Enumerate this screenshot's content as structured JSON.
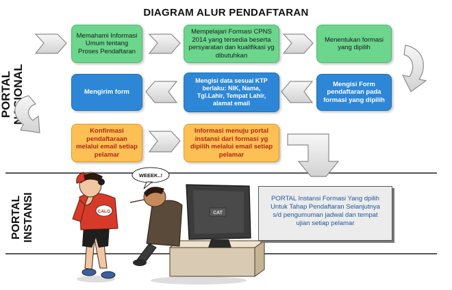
{
  "title": "DIAGRAM ALUR PENDAFTARAN",
  "sections": {
    "portal_nasional": "PORTAL NASIONAL",
    "portal_instansi_line1": "PORTAL",
    "portal_instansi_line2": "INSTANSI"
  },
  "steps": {
    "row1": [
      "Memahami Informasi Umum tentang Proses Pendaftaran",
      "Mempelajari Formasi CPNS 2014 yang tersedia beserta persyaratan dan kualifikasi yg dibutuhkan",
      "Menentukan formasi yang dipilih"
    ],
    "row2": [
      "Mengirim form",
      "Mengisi data sesuai KTP berlaku: NIK, Nama, Tgl.Lahir, Tempat Lahir, alamat email",
      "Mengisi Form pendaftaran pada formasi yang dipilih"
    ],
    "row3": [
      "Konfirmasi pendaftaraan melalui email setiap pelamar",
      "Informasi menuju portal instansi dari formasi yg dipilih melalui email  setiap pelamar"
    ]
  },
  "note": "PORTAL Instansi Formasi Yang  dpilih Untuk Tahap Pendaftaran Selanjutnya s/d pengumuman jadwal dan tempat ujian setiap pelamar",
  "illustration": {
    "speech_bubble": "WEEEK..!",
    "shirt_label": "CALO",
    "monitor_label": "CAT"
  },
  "colors": {
    "green": "#6bd68c",
    "blue": "#2d87d6",
    "orange": "#fcc055",
    "orange_text": "#b5260e",
    "arrow_fill": "#e8e8e8",
    "arrow_stroke": "#8a8a8a"
  }
}
